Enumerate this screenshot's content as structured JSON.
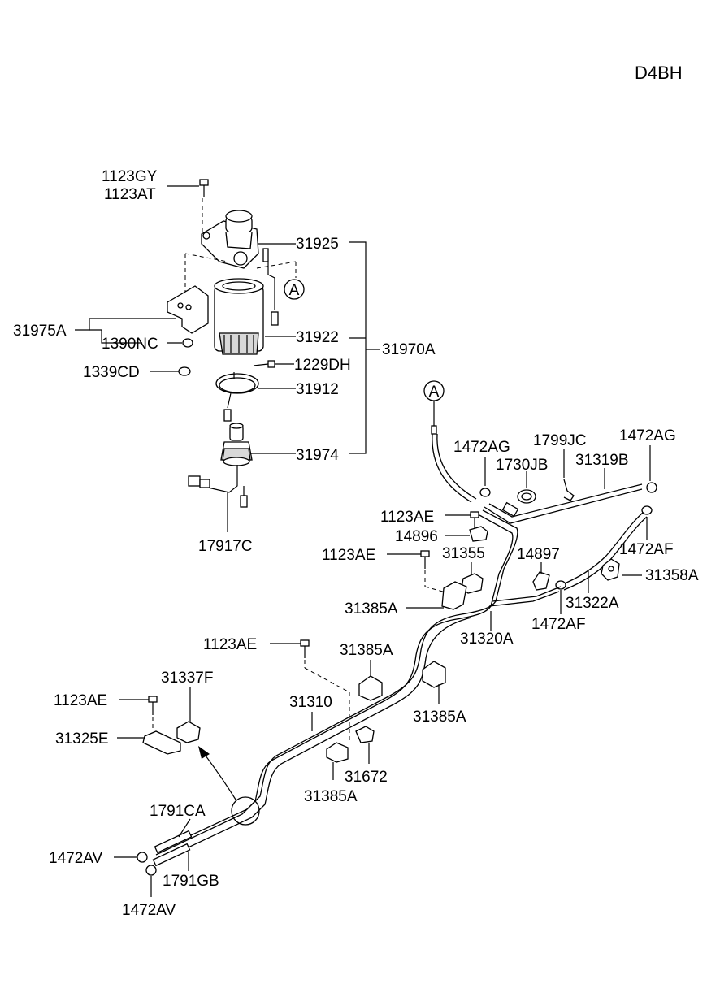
{
  "engine_code": "D4BH",
  "refs": {
    "ref_a_top": "A",
    "ref_a_bottom": "A"
  },
  "parts": {
    "p1123GY": "1123GY",
    "p1123AT": "1123AT",
    "p31925": "31925",
    "p31975A": "31975A",
    "p1390NC": "1390NC",
    "p31922": "31922",
    "p31970A": "31970A",
    "p1339CD": "1339CD",
    "p1229DH": "1229DH",
    "p31912": "31912",
    "p31974": "31974",
    "p17917C": "17917C",
    "p1472AG_left": "1472AG",
    "p1799JC": "1799JC",
    "p1472AG_right": "1472AG",
    "p1730JB": "1730JB",
    "p31319B": "31319B",
    "p1123AE_a": "1123AE",
    "p14896": "14896",
    "p1123AE_b": "1123AE",
    "p31355": "31355",
    "p14897": "14897",
    "p1472AF_right": "1472AF",
    "p31358A": "31358A",
    "p31385A_a": "31385A",
    "p31322A": "31322A",
    "p1472AF_bottom": "1472AF",
    "p31320A": "31320A",
    "p1123AE_c": "1123AE",
    "p31385A_b": "31385A",
    "p31337F": "31337F",
    "p31385A_c": "31385A",
    "p1123AE_d": "1123AE",
    "p31310": "31310",
    "p31325E": "31325E",
    "p31672": "31672",
    "p31385A_d": "31385A",
    "p1791CA": "1791CA",
    "p1472AV_a": "1472AV",
    "p1791GB": "1791GB",
    "p1472AV_b": "1472AV"
  }
}
